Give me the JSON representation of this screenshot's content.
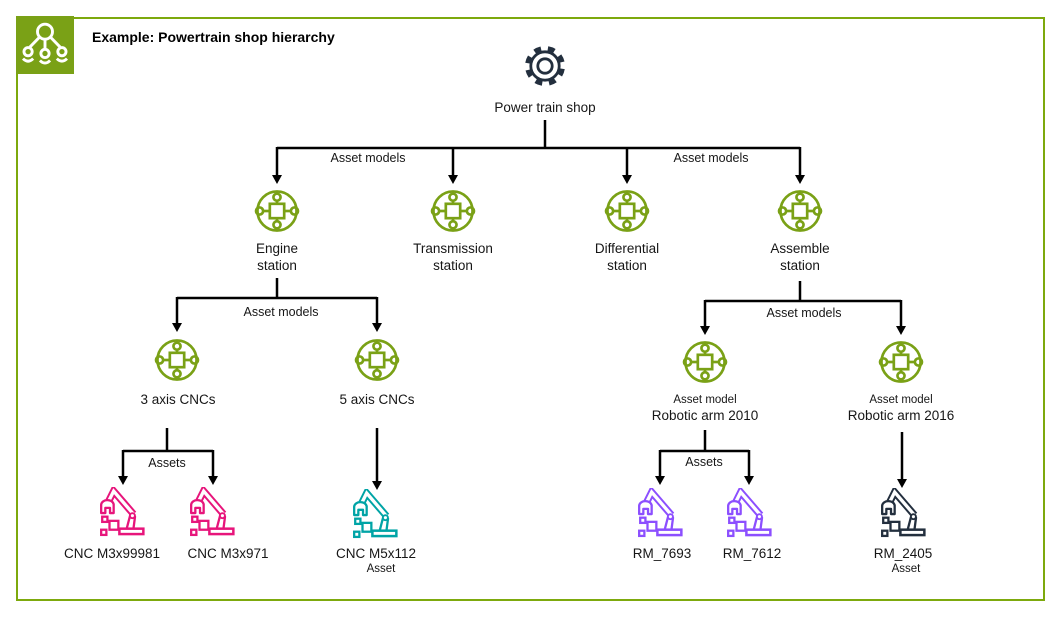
{
  "title": "Example: Powertrain shop hierarchy",
  "colors": {
    "green": "#7AA116",
    "border_green": "#7DA90D",
    "pink": "#E7157B",
    "teal": "#00A4A6",
    "purple": "#8C4FFF",
    "dark": "#232F3E",
    "line": "#000000"
  },
  "root": {
    "label": "Power train shop",
    "icon": "gear-icon"
  },
  "edges": {
    "root_left": "Asset models",
    "root_right": "Asset models",
    "engine": "Asset models",
    "assemble": "Asset models",
    "cnc3": "Assets",
    "arm2010": "Assets"
  },
  "stations": [
    {
      "line1": "Engine",
      "line2": "station",
      "icon": "asset-model-icon"
    },
    {
      "line1": "Transmission",
      "line2": "station",
      "icon": "asset-model-icon"
    },
    {
      "line1": "Differential",
      "line2": "station",
      "icon": "asset-model-icon"
    },
    {
      "line1": "Assemble",
      "line2": "station",
      "icon": "asset-model-icon"
    }
  ],
  "models": {
    "cnc3": {
      "label": "3 axis CNCs",
      "icon": "asset-model-icon"
    },
    "cnc5": {
      "label": "5 axis CNCs",
      "icon": "asset-model-icon"
    },
    "arm2010": {
      "tag": "Asset model",
      "label": "Robotic arm 2010",
      "icon": "asset-model-icon"
    },
    "arm2016": {
      "tag": "Asset model",
      "label": "Robotic arm 2016",
      "icon": "asset-model-icon"
    }
  },
  "assets": {
    "cnc_m3x99981": {
      "label": "CNC M3x99981",
      "icon": "robot-arm-icon"
    },
    "cnc_m3x971": {
      "label": "CNC M3x971",
      "icon": "robot-arm-icon"
    },
    "cnc_m5x112": {
      "label": "CNC M5x112",
      "tag": "Asset",
      "icon": "robot-arm-icon"
    },
    "rm_7693": {
      "label": "RM_7693",
      "icon": "robot-arm-icon"
    },
    "rm_7612": {
      "label": "RM_7612",
      "icon": "robot-arm-icon"
    },
    "rm_2405": {
      "label": "RM_2405",
      "tag": "Asset",
      "icon": "robot-arm-icon"
    }
  }
}
